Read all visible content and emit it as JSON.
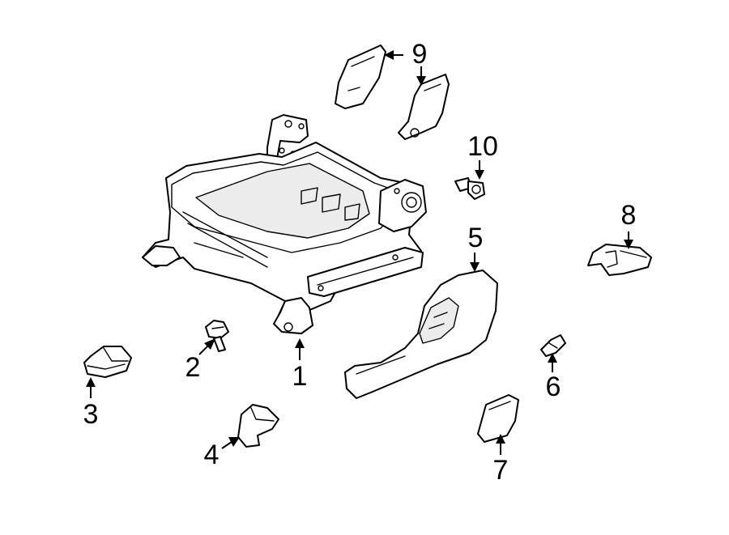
{
  "colors": {
    "line": "#000000",
    "background": "#ffffff"
  },
  "callouts": [
    {
      "number": "1",
      "part": "seat-frame"
    },
    {
      "number": "2",
      "part": "bolt"
    },
    {
      "number": "3",
      "part": "track-cover-front"
    },
    {
      "number": "4",
      "part": "track-cover-rear"
    },
    {
      "number": "5",
      "part": "side-shield"
    },
    {
      "number": "6",
      "part": "clip"
    },
    {
      "number": "7",
      "part": "switch-knob"
    },
    {
      "number": "8",
      "part": "track-cover-side"
    },
    {
      "number": "9",
      "part": "hinge-covers"
    },
    {
      "number": "10",
      "part": "screw"
    }
  ]
}
